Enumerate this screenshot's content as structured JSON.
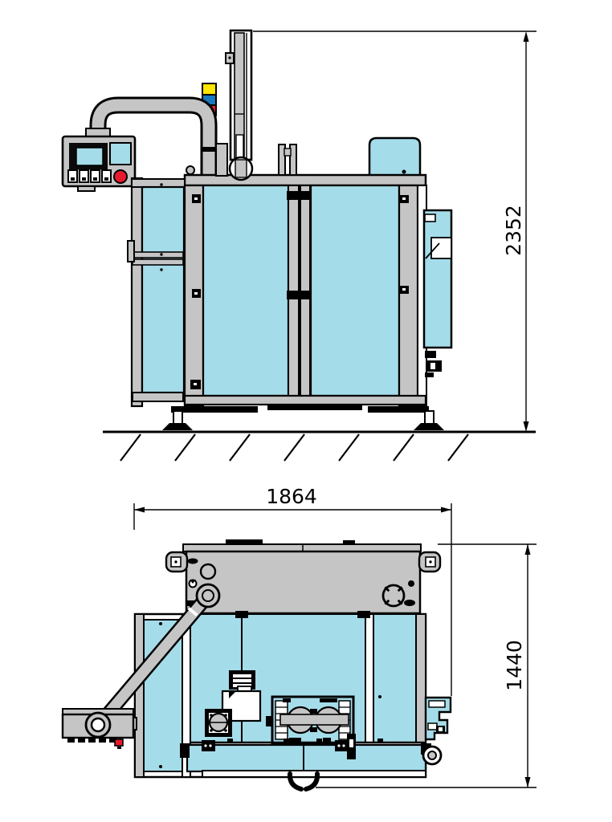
{
  "dimensions": {
    "front_height": "2352",
    "plan_width": "1864",
    "plan_depth": "1440"
  },
  "colors": {
    "panel_cyan": "#a5dce9",
    "frame_gray": "#c5c5c5",
    "outline_black": "#000000",
    "beacon_yellow": "#ffe600",
    "beacon_blue": "#1778bd",
    "beacon_red": "#e8192c",
    "background": "#ffffff"
  }
}
